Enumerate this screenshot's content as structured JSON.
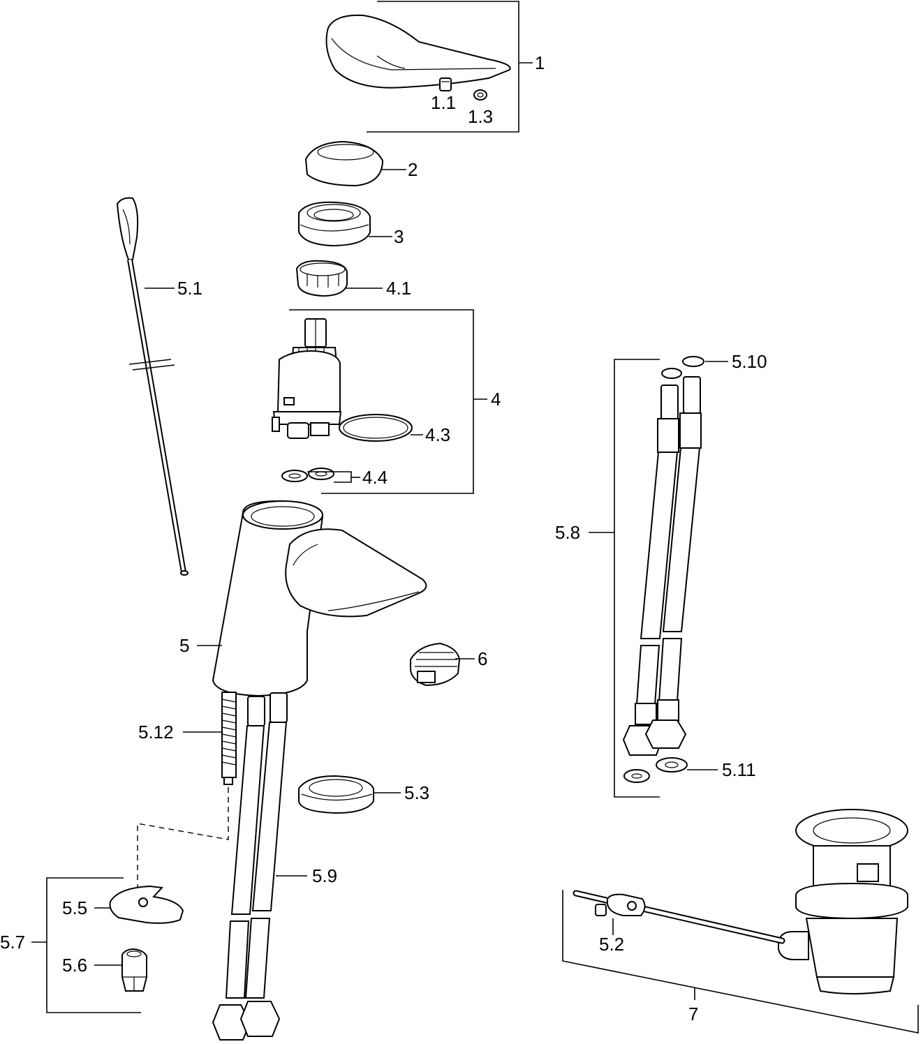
{
  "labels": {
    "p1": "1",
    "p1_1": "1.1",
    "p1_3": "1.3",
    "p2": "2",
    "p3": "3",
    "p4_1": "4.1",
    "p4": "4",
    "p4_3": "4.3",
    "p4_4": "4.4",
    "p5_1": "5.1",
    "p5": "5",
    "p6": "6",
    "p5_12": "5.12",
    "p5_3": "5.3",
    "p5_9": "5.9",
    "p5_5": "5.5",
    "p5_7": "5.7",
    "p5_6": "5.6",
    "p5_10": "5.10",
    "p5_8": "5.8",
    "p5_11": "5.11",
    "p5_2": "5.2",
    "p7": "7"
  }
}
